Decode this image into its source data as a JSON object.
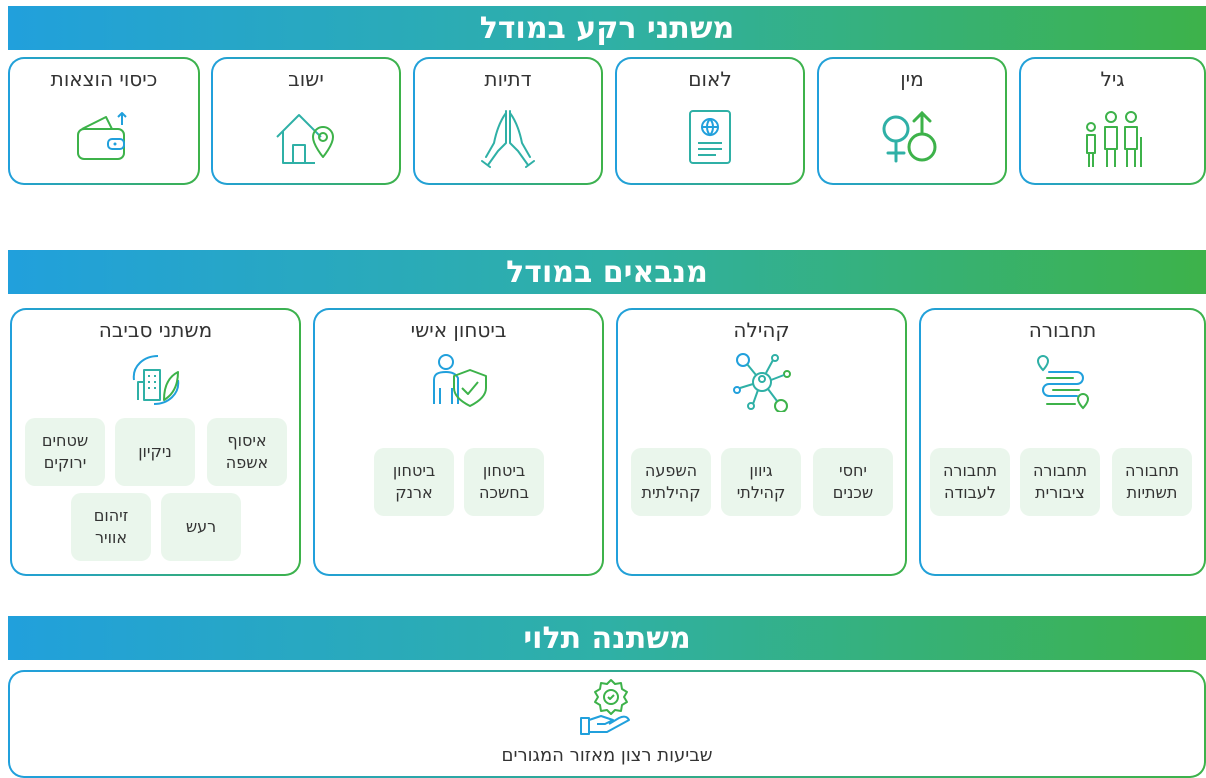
{
  "sections": {
    "background": {
      "title": "משתני רקע במודל",
      "cards": [
        "כיסוי הוצאות",
        "ישוב",
        "דתיות",
        "לאום",
        "מין",
        "גיל"
      ],
      "icons": [
        "wallet-icon",
        "home-location-icon",
        "praying-hands-icon",
        "passport-icon",
        "gender-icon",
        "age-group-icon"
      ]
    },
    "predictors": {
      "title": "מנבאים במודל",
      "groups": [
        {
          "title": "משתני סביבה",
          "icon": "green-city-icon",
          "chips": [
            "שטחים\nירוקים",
            "ניקיון",
            "איסוף\nאשפה",
            "רעש",
            "זיהום\nאוויר"
          ]
        },
        {
          "title": "ביטחון אישי",
          "icon": "person-shield-icon",
          "chips": [
            "ביטחון\nארנק",
            "ביטחון\nבחשכה"
          ]
        },
        {
          "title": "קהילה",
          "icon": "community-network-icon",
          "chips": [
            "השפעה\nקהילתית",
            "גיוון\nקהילתי",
            "יחסי\nשכנים"
          ]
        },
        {
          "title": "תחבורה",
          "icon": "route-icon",
          "chips": [
            "תחבורה\nלעבודה",
            "תחבורה\nציבורית",
            "תחבורה\nתשתיות"
          ]
        }
      ]
    },
    "dependent": {
      "title": "משתנה תלוי",
      "icon": "hand-badge-icon",
      "label": "שביעות רצון מאזור המגורים"
    }
  },
  "colors": {
    "blue": "#21a0dc",
    "green": "#3db24a",
    "chip_bg": "#eaf6ec"
  }
}
